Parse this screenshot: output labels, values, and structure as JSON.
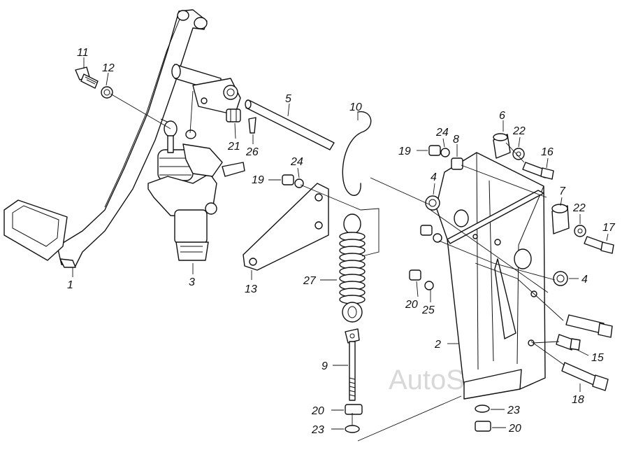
{
  "watermark": "AutoSoft",
  "callouts": {
    "c1": "1",
    "c2": "2",
    "c3": "3",
    "c4a": "4",
    "c4b": "4",
    "c5": "5",
    "c6": "6",
    "c7": "7",
    "c8": "8",
    "c9": "9",
    "c10": "10",
    "c11": "11",
    "c12": "12",
    "c13": "13",
    "c15": "15",
    "c16": "16",
    "c17": "17",
    "c18": "18",
    "c19a": "19",
    "c19b": "19",
    "c20a": "20",
    "c20b": "20",
    "c20c": "20",
    "c21": "21",
    "c22a": "22",
    "c22b": "22",
    "c23a": "23",
    "c23b": "23",
    "c24a": "24",
    "c24b": "24",
    "c25": "25",
    "c26": "26",
    "c27": "27"
  },
  "parts": [
    {
      "id": "1",
      "name": "clutch-pedal"
    },
    {
      "id": "2",
      "name": "pedal-bracket"
    },
    {
      "id": "3",
      "name": "master-cylinder"
    },
    {
      "id": "4",
      "name": "washer"
    },
    {
      "id": "5",
      "name": "pedal-axle"
    },
    {
      "id": "6",
      "name": "bushing"
    },
    {
      "id": "7",
      "name": "bushing"
    },
    {
      "id": "8",
      "name": "spacer"
    },
    {
      "id": "9",
      "name": "tension-rod"
    },
    {
      "id": "10",
      "name": "hook"
    },
    {
      "id": "11",
      "name": "bolt"
    },
    {
      "id": "12",
      "name": "lock-washer"
    },
    {
      "id": "13",
      "name": "spring-plate"
    },
    {
      "id": "15",
      "name": "bolt"
    },
    {
      "id": "16",
      "name": "bolt"
    },
    {
      "id": "17",
      "name": "bolt"
    },
    {
      "id": "18",
      "name": "bolt"
    },
    {
      "id": "19",
      "name": "nut"
    },
    {
      "id": "20",
      "name": "nut"
    },
    {
      "id": "21",
      "name": "castle-nut"
    },
    {
      "id": "22",
      "name": "washer"
    },
    {
      "id": "23",
      "name": "washer"
    },
    {
      "id": "24",
      "name": "washer"
    },
    {
      "id": "25",
      "name": "washer"
    },
    {
      "id": "26",
      "name": "cotter-pin"
    },
    {
      "id": "27",
      "name": "return-spring"
    }
  ]
}
